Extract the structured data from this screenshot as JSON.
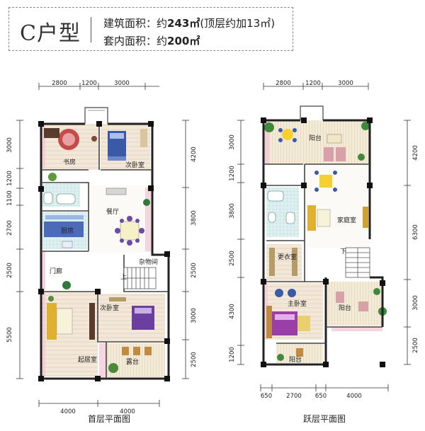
{
  "header": {
    "unit_type": "C户型",
    "gross_area_label": "建筑面积：约",
    "gross_area_value": "243㎡",
    "gross_area_note": "(顶层约加13㎡)",
    "inner_area_label": "套内面积：约",
    "inner_area_value": "200㎡"
  },
  "first_floor": {
    "caption": "首层平面图",
    "top_dims": [
      "2800",
      "1200",
      "3000"
    ],
    "bottom_dims": [
      "4000",
      "4000"
    ],
    "left_dims": [
      "3000",
      "1200",
      "1100",
      "2700",
      "2500",
      "5500"
    ],
    "right_dims": [
      "4200",
      "3800",
      "2500",
      "3000",
      "2500"
    ],
    "rooms": {
      "study": "书房",
      "second_bedroom_a": "次卧室",
      "kitchen": "厨房",
      "dining": "餐厅",
      "storage": "杂物间",
      "porch": "门廊",
      "second_bedroom_b": "次卧室",
      "living": "起居室",
      "terrace": "露台",
      "up": "上"
    }
  },
  "upper_floor": {
    "caption": "跃层平面图",
    "top_dims": [
      "2800",
      "1200",
      "3000"
    ],
    "bottom_dims": [
      "650",
      "2700",
      "650",
      "4000"
    ],
    "left_dims": [
      "3000",
      "1200",
      "3800",
      "2500",
      "4300",
      "1200"
    ],
    "right_dims": [
      "4200",
      "6300",
      "3000",
      "2500"
    ],
    "rooms": {
      "balcony_top": "阳台",
      "family_room": "家庭室",
      "cloakroom": "更衣室",
      "master_bedroom": "主卧室",
      "balcony_right": "阳台",
      "balcony_bottom": "阳台",
      "down": "下"
    }
  }
}
